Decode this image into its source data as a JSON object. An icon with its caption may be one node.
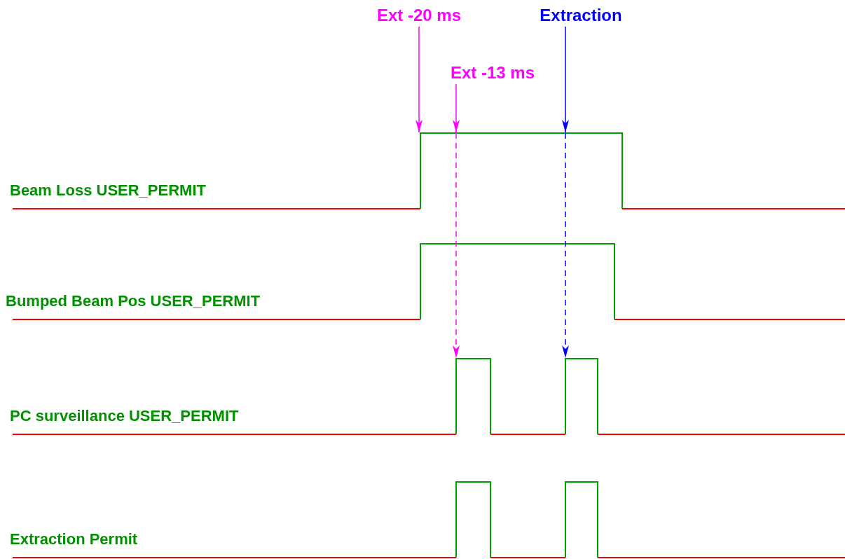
{
  "diagram": {
    "nodes": [
      {
        "text": [
          "Ext -20 ms"
        ]
      },
      {
        "text": [
          "Ext -13 ms"
        ]
      },
      {
        "text": [
          "Extraction"
        ]
      },
      {
        "text": [
          "Beam Loss USER_PERMIT"
        ]
      },
      {
        "text": [
          "Bumped Beam Pos USER_PERMIT"
        ]
      },
      {
        "text": [
          "PC surveillance USER_PERMIT"
        ]
      },
      {
        "text": [
          "Extraction Permit"
        ]
      }
    ],
    "edges": [
      {
        "from": 0,
        "to": 3,
        "arrow": "to",
        "color": "#ff00ff"
      },
      {
        "from": 1,
        "to": 3,
        "arrow": "to",
        "color": "#ff00ff"
      },
      {
        "from": 3,
        "to": 5,
        "arrow": "to",
        "style": "dashed",
        "color": "#ff00ff"
      },
      {
        "from": 2,
        "to": 3,
        "arrow": "to",
        "color": "#0000ff"
      },
      {
        "from": 3,
        "to": 5,
        "arrow": "to",
        "style": "dashed",
        "color": "#0000ff"
      }
    ]
  }
}
